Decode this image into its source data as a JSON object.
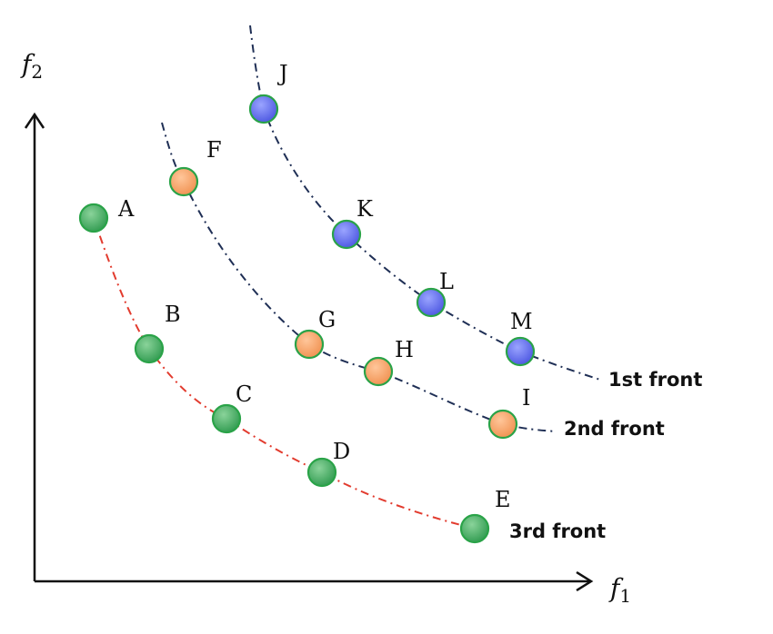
{
  "axes": {
    "x": {
      "name": "f",
      "sub": "1"
    },
    "y": {
      "name": "f",
      "sub": "2"
    }
  },
  "colors": {
    "front1_line": "#1f2f55",
    "front2_line": "#1f2f55",
    "front3_line": "#e23b2e",
    "point_outline": "#2aa348",
    "blue_fill": "#5f6ef0",
    "orange_fill": "#f7a86d",
    "green_fill": "#4fb56a"
  },
  "fronts": [
    {
      "id": "front1",
      "label": "1st front",
      "points": [
        "J",
        "K",
        "L",
        "M"
      ],
      "fill_key": "blue_fill",
      "line_key": "front1_line"
    },
    {
      "id": "front2",
      "label": "2nd front",
      "points": [
        "F",
        "G",
        "H",
        "I"
      ],
      "fill_key": "orange_fill",
      "line_key": "front2_line"
    },
    {
      "id": "front3",
      "label": "3rd front",
      "points": [
        "A",
        "B",
        "C",
        "D",
        "E"
      ],
      "fill_key": "green_fill",
      "line_key": "front3_line"
    }
  ],
  "points": {
    "A": {
      "label": "A"
    },
    "B": {
      "label": "B"
    },
    "C": {
      "label": "C"
    },
    "D": {
      "label": "D"
    },
    "E": {
      "label": "E"
    },
    "F": {
      "label": "F"
    },
    "G": {
      "label": "G"
    },
    "H": {
      "label": "H"
    },
    "I": {
      "label": "I"
    },
    "J": {
      "label": "J"
    },
    "K": {
      "label": "K"
    },
    "L": {
      "label": "L"
    },
    "M": {
      "label": "M"
    }
  }
}
